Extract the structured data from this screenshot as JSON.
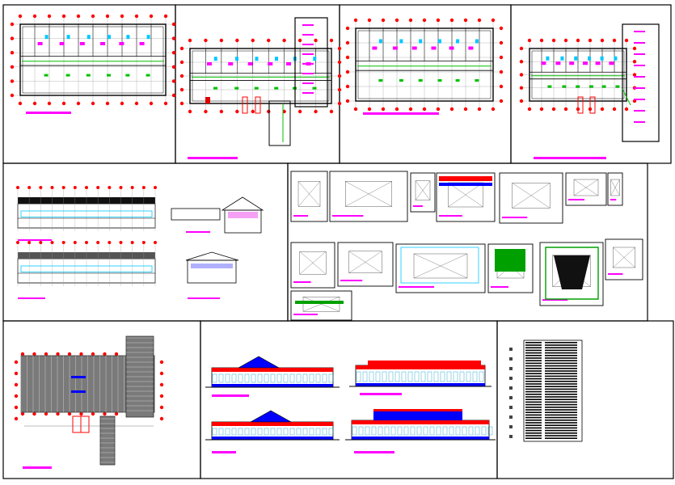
{
  "drawing": {
    "colors": {
      "background": "#ffffff",
      "frame": "#000000",
      "axis_bubble": "#ff0000",
      "title_bar": "#ff00ff",
      "wall": "#000000",
      "accent_green": "#00c000",
      "accent_cyan": "#00c8ff",
      "accent_blue": "#0000ff",
      "accent_red": "#ff0000",
      "roof_gray": "#7a7a7a"
    },
    "sheets": [
      {
        "id": "plan-ground-floor",
        "kind": "floor-plan"
      },
      {
        "id": "plan-first-floor",
        "kind": "floor-plan"
      },
      {
        "id": "plan-second-floor",
        "kind": "floor-plan"
      },
      {
        "id": "plan-furnished",
        "kind": "floor-plan"
      },
      {
        "id": "sections",
        "kind": "section-set"
      },
      {
        "id": "details",
        "kind": "detail-set"
      },
      {
        "id": "roof-plan",
        "kind": "roof-plan"
      },
      {
        "id": "elevations",
        "kind": "elevation-set"
      },
      {
        "id": "schedule",
        "kind": "table"
      }
    ]
  }
}
